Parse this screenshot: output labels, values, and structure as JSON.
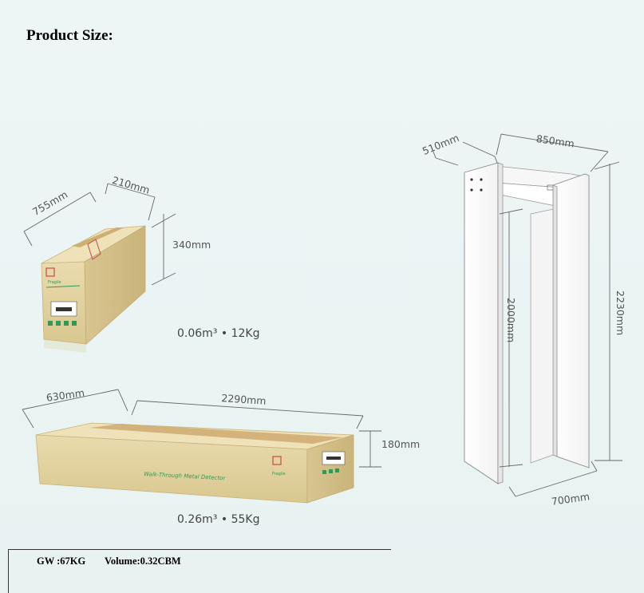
{
  "heading": "Product Size:",
  "small_box": {
    "dim_length": "755mm",
    "dim_width": "210mm",
    "dim_height": "340mm",
    "spec": "0.06m³ • 12Kg",
    "label_text": "Fragile"
  },
  "large_box": {
    "dim_width": "630mm",
    "dim_length": "2290mm",
    "dim_height": "180mm",
    "spec": "0.26m³ • 55Kg",
    "side_text": "Walk-Through Metal Detector",
    "label_text": "Fragile"
  },
  "detector": {
    "dim_depth": "510mm",
    "dim_width": "850mm",
    "dim_inner_height": "2000mm",
    "dim_total_height": "2230mm",
    "dim_inner_width": "700mm"
  },
  "footer": {
    "gw": "GW :67KG",
    "volume": "Volume:0.32CBM"
  }
}
